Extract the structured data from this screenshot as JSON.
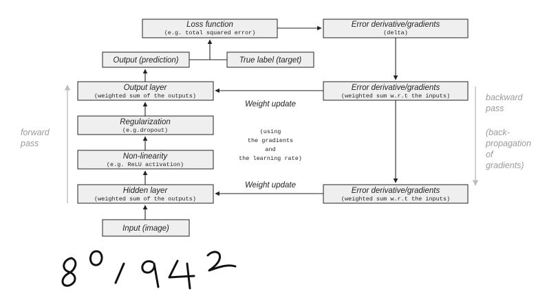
{
  "boxes": {
    "loss": {
      "title": "Loss function",
      "sub": "(e.g. total squared error)"
    },
    "err_top": {
      "title": "Error derivative/gradients",
      "sub": "(delta)"
    },
    "output_pred": {
      "title": "Output (prediction)"
    },
    "true_label": {
      "title": "True label (target)"
    },
    "output_layer": {
      "title": "Output layer",
      "sub": "(weighted sum of the outputs)"
    },
    "err_mid": {
      "title": "Error derivative/gradients",
      "sub": "(weighted sum w.r.t the inputs)"
    },
    "regularization": {
      "title": "Regularization",
      "sub": "(e.g.dropout)"
    },
    "nonlinearity": {
      "title": "Non-linearity",
      "sub": "(e.g. ReLU activation)"
    },
    "hidden": {
      "title": "Hidden layer",
      "sub": "(weighted sum of the outputs)"
    },
    "err_bot": {
      "title": "Error derivative/gradients",
      "sub": "(weighted sum w.r.t the inputs)"
    },
    "input": {
      "title": "Input (image)"
    }
  },
  "labels": {
    "weight_update_top": "Weight update",
    "weight_update_bottom": "Weight update",
    "note_lines": [
      "(using",
      "the gradients",
      "and",
      "the learning rate)"
    ],
    "forward_lines": [
      "forward",
      "pass"
    ],
    "backward_lines": [
      "backward",
      "pass",
      "",
      "(back-",
      "propagation",
      "of",
      "gradients)"
    ]
  },
  "handwriting": "80,942",
  "colors": {
    "box_fill": "#efefef",
    "box_stroke": "#222222",
    "side_text": "#9a9a9a",
    "side_arrow": "#bdbdbd"
  }
}
